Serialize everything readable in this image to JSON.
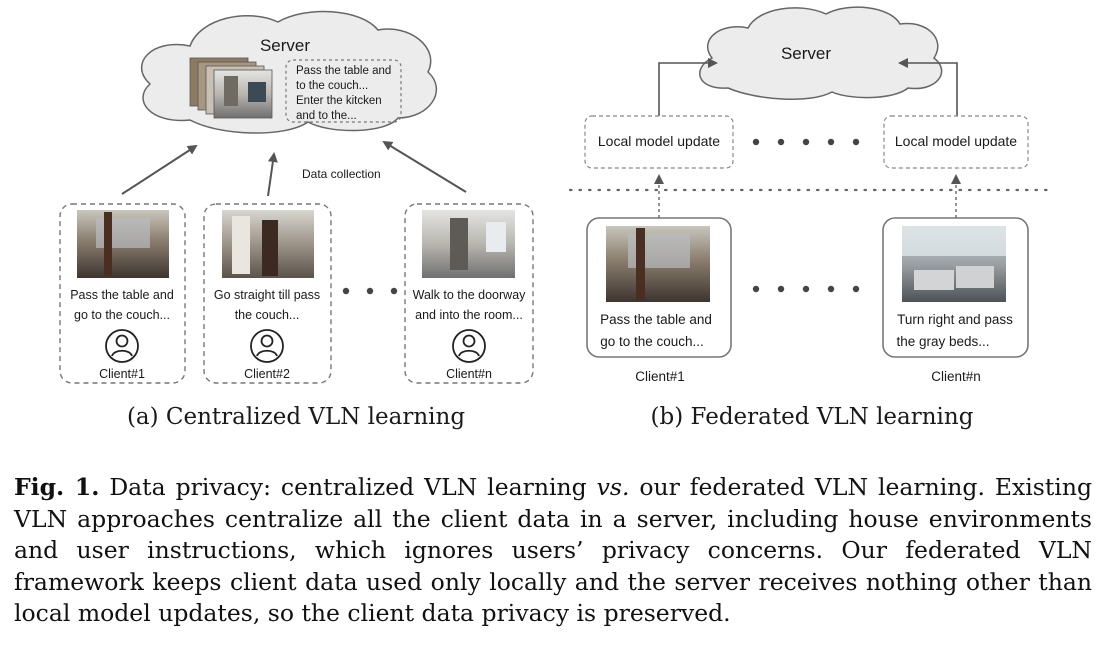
{
  "left_panel": {
    "server_label": "Server",
    "server_note_lines": [
      "Pass the table and",
      "to the couch...",
      "Enter the kitcken",
      "and to the..."
    ],
    "arrow_label": "Data collection",
    "clients": [
      {
        "instruction_lines": [
          "Pass the table and",
          "go to the couch..."
        ],
        "label": "Client#1"
      },
      {
        "instruction_lines": [
          "Go straight till pass",
          " the couch..."
        ],
        "label": "Client#2"
      },
      {
        "instruction_lines": [
          "Walk to the doorway",
          "and into the room..."
        ],
        "label": "Client#n"
      }
    ],
    "caption": "(a) Centralized VLN learning"
  },
  "right_panel": {
    "server_label": "Server",
    "update_labels": [
      "Local model update",
      "Local model update"
    ],
    "clients": [
      {
        "instruction_lines": [
          "Pass the table and",
          "go to the couch..."
        ],
        "label": "Client#1"
      },
      {
        "instruction_lines": [
          "Turn right and pass",
          "the gray beds..."
        ],
        "label": "Client#n"
      }
    ],
    "caption": "(b) Federated VLN learning"
  },
  "figure_caption": {
    "label": "Fig. 1.",
    "text_before": " Data privacy: centralized VLN learning ",
    "emphasis": "vs.",
    "text_after": " our federated VLN learning. Existing VLN approaches centralize all the client data in a server, including house environments and user instructions, which ignores users’ privacy concerns. Our federated VLN framework keeps client data used only locally and the server receives nothing other than local model updates, so the client data privacy is preserved."
  }
}
